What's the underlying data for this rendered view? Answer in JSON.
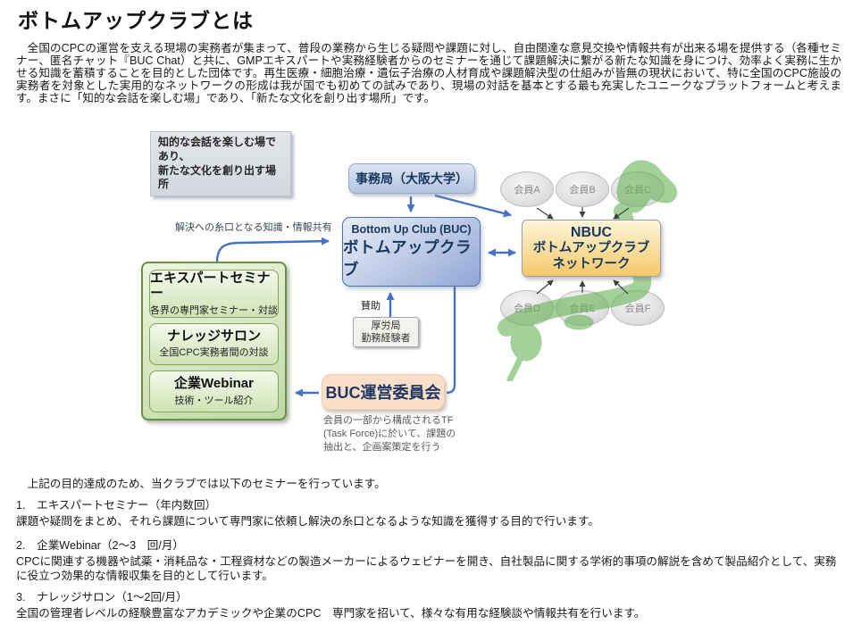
{
  "page": {
    "title": "ボトムアップクラブとは",
    "intro": "　全国のCPCの運営を支える現場の実務者が集まって、普段の業務から生じる疑問や課題に対し、自由闊達な意見交換や情報共有が出来る場を提供する（各種セミナー、匿名チャット『BUC Chat）と共に、GMPエキスパートや実務経験者からのセミナーを通じて課題解決に繋がる新たな知識を身につけ、効率よく実務に生かせる知識を蓄積することを目的とした団体です。再生医療・細胞治療・遺伝子治療の人材育成や課題解決型の仕組みが皆無の現状において、特に全国のCPC施設の実務者を対象とした実用的なネットワークの形成は我が国でも初めての試みであり、現場の対話を基本とする最も充実したユニークなプラットフォームと考えます。まさに「知的な会話を楽しむ場」であり、「新たな文化を創り出す場所」です。",
    "seminars_intro": "　上記の目的達成のため、当クラブでは以下のセミナーを行っています。",
    "seminar_items": [
      {
        "heading": "1.　エキスパートセミナー（年内数回）",
        "body": "課題や疑問をまとめ、それら課題について専門家に依頼し解決の糸口となるような知識を獲得する目的で行います。"
      },
      {
        "heading": "2.　企業Webinar（2～3　回/月）",
        "body": "CPCに関連する機器や試薬・消耗品な・工程資材などの製造メーカーによるウェビナーを開き、自社製品に関する学術的事項の解説を含めて製品紹介として、実務に役立つ効果的な情報収集を目的として行います。"
      },
      {
        "heading": "3.　ナレッジサロン（1～2回/月）",
        "body": "全国の管理者レベルの経験豊富なアカデミックや企業のCPC　専門家を招いて、様々な有用な経験談や情報共有を行います。"
      }
    ]
  },
  "diagram": {
    "note_box": {
      "line1": "知的な会話を楽しむ場であり、",
      "line2": "新たな文化を創り出す場所"
    },
    "labels": {
      "knowledge": "解決への糸口となる知識・情報共有",
      "support": "賛助"
    },
    "secretariat": "事務局（大阪大学）",
    "buc": {
      "en": "Bottom Up Club (BUC)",
      "jp": "ボトムアップクラブ"
    },
    "nbuc": {
      "line1": "NBUC",
      "line2": "ボトムアップクラブ",
      "line3": "ネットワーク"
    },
    "seminar_boxes": [
      {
        "title": "エキスパートセミナー",
        "subtitle": "各界の専門家セミナー・対談"
      },
      {
        "title": "ナレッジサロン",
        "subtitle": "全国CPC実務者間の対談"
      },
      {
        "title": "企業Webinar",
        "subtitle": "技術・ツール紹介"
      }
    ],
    "mhlw": {
      "line1": "厚労局",
      "line2": "勤務経験者"
    },
    "steering": "BUC運営委員会",
    "steering_caption": {
      "line1": "会員の一部から構成されるTF",
      "line2": "(Task Force)に於いて、課題の",
      "line3": "抽出と、企画案策定を行う"
    },
    "members": [
      "会員A",
      "会員B",
      "会員C",
      "会員D",
      "会員E",
      "会員F"
    ],
    "colors": {
      "arrow_blue": "#4472C4",
      "map_green": "#68b356",
      "nbuc_orange": "#f5c869",
      "buc_blue": "#8fa6d4",
      "green_box": "#cfe3b4",
      "steering_peach": "#fbdfc8"
    }
  }
}
